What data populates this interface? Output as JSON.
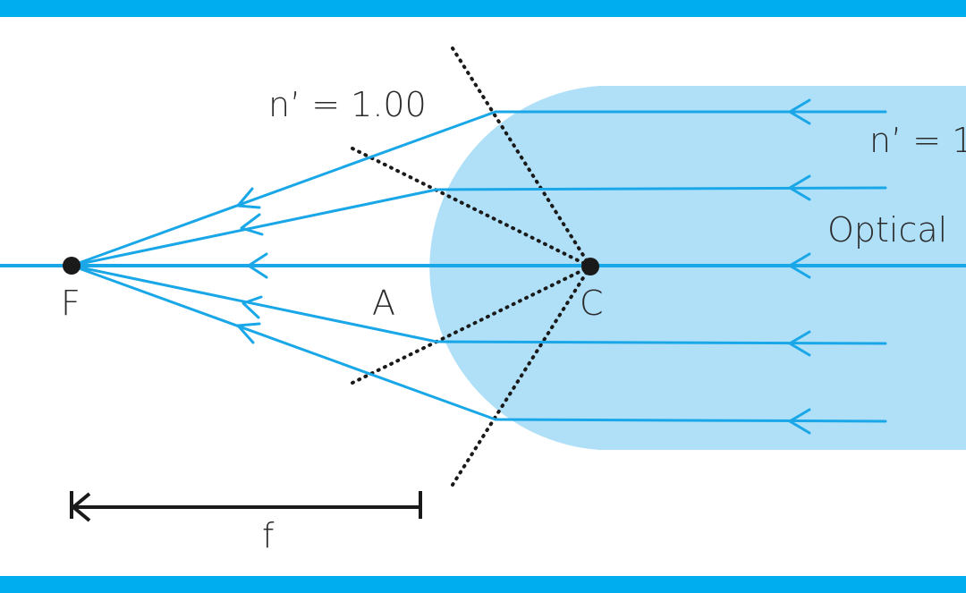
{
  "labels": {
    "n_outside": "n’ = 1.00",
    "n_inside": "n’ = 1",
    "axis": "Optical",
    "focal_point": "F",
    "vertex": "A",
    "center": "C",
    "focal_length": "f"
  },
  "colors": {
    "band": "#00aeef",
    "glass": "#b0e0f8",
    "ray": "#1aa7e8",
    "point": "#1a1a1a",
    "normal": "#1a1a1a"
  }
}
